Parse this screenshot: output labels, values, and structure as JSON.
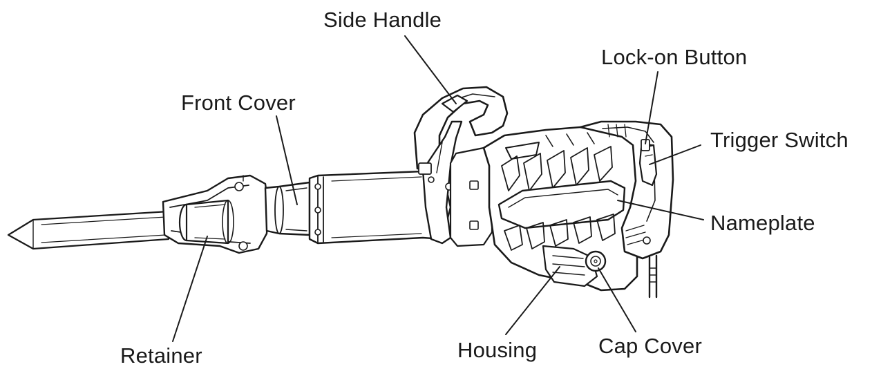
{
  "labels": {
    "side_handle": "Side Handle",
    "lock_on_button": "Lock-on Button",
    "front_cover": "Front Cover",
    "trigger_switch": "Trigger Switch",
    "nameplate": "Nameplate",
    "retainer": "Retainer",
    "housing": "Housing",
    "cap_cover": "Cap Cover"
  },
  "colors": {
    "ink": "#1a1a1a",
    "background": "#ffffff"
  }
}
